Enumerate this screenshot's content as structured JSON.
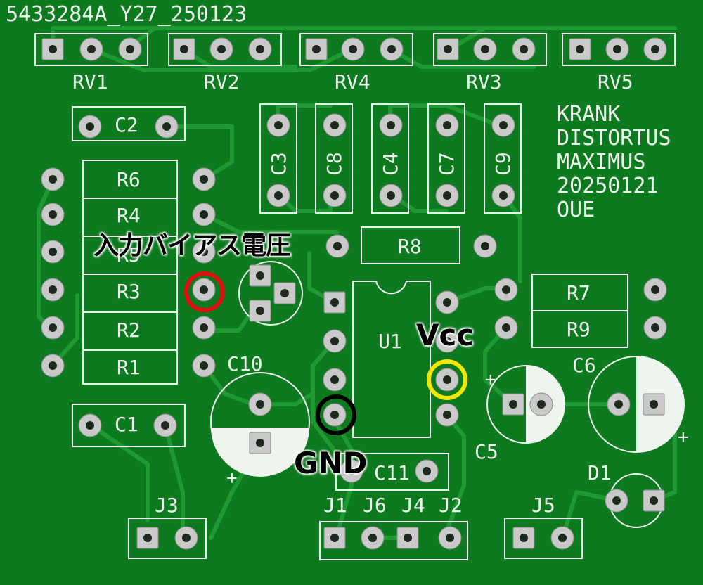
{
  "board": {
    "id": "5433284A_Y27_250123",
    "title_lines": [
      "KRANK",
      "DISTORTUS",
      "MAXIMUS",
      "20250121",
      "OUE"
    ],
    "colors": {
      "substrate": "#0e7a1f",
      "copper_trace": "#1f9a33",
      "silkscreen": "#eef5ee",
      "pad_ring": "#c9c9c9",
      "hole": "#1f2a1f"
    }
  },
  "components": {
    "rv1": "RV1",
    "rv2": "RV2",
    "rv4": "RV4",
    "rv3": "RV3",
    "rv5": "RV5",
    "c1": "C1",
    "c2": "C2",
    "c3": "C3",
    "c4": "C4",
    "c5": "C5",
    "c6": "C6",
    "c7": "C7",
    "c8": "C8",
    "c9": "C9",
    "c10": "C10",
    "c11": "C11",
    "r1": "R1",
    "r2": "R2",
    "r3": "R3",
    "r4": "R4",
    "r5": "R5",
    "r6": "R6",
    "r7": "R7",
    "r8": "R8",
    "r9": "R9",
    "u1": "U1",
    "d1": "D1",
    "j1": "J1",
    "j2": "J2",
    "j3": "J3",
    "j4": "J4",
    "j5": "J5",
    "j6": "J6",
    "plus": "+"
  },
  "annotations": {
    "bias": {
      "text": "入力バイアス電圧",
      "color": "#e01010"
    },
    "vcc": {
      "text": "Vcc",
      "color": "#f2e600"
    },
    "gnd": {
      "text": "GND",
      "color": "#000000"
    }
  }
}
